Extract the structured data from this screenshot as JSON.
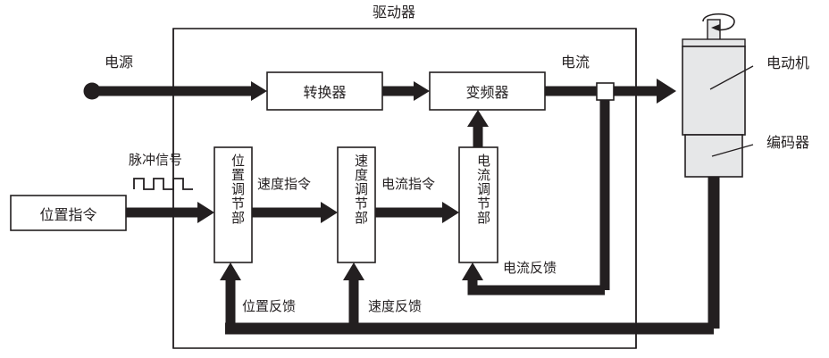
{
  "diagram": {
    "title": "驱动器",
    "labels": {
      "driver": "驱动器",
      "power_source": "电源",
      "converter": "转换器",
      "inverter": "变频器",
      "current": "电流",
      "motor": "电动机",
      "encoder": "编码器",
      "pulse_signal": "脉冲信号",
      "position_command": "位置指令",
      "position_regulator": "位置调节部",
      "speed_command": "速度指令",
      "speed_regulator": "速度调节部",
      "current_command": "电流指令",
      "current_regulator": "电流调节部",
      "current_feedback": "电流反馈",
      "speed_feedback": "速度反馈",
      "position_feedback": "位置反馈"
    },
    "colors": {
      "line": "#231f20",
      "thin_line": "#231f20",
      "motor_body": "#e6e7e8",
      "background": "#ffffff",
      "text": "#231f20"
    },
    "pulse_count": 3
  }
}
